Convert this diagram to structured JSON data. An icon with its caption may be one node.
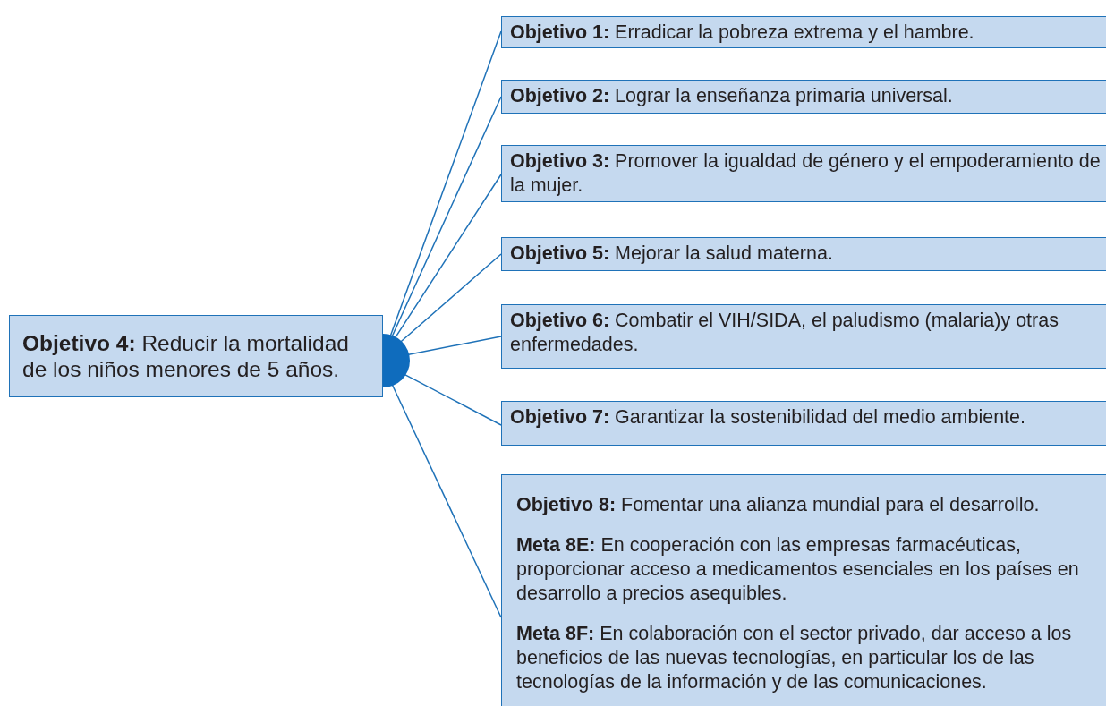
{
  "diagram": {
    "nodes": [
      {
        "text": [
          "**Objetivo 4:** Reducir la mortalidad de los niños menores de 5 años."
        ]
      },
      {
        "text": [
          "**Objetivo 1:** Erradicar la pobreza extrema y el hambre."
        ]
      },
      {
        "text": [
          "**Objetivo 2:** Lograr la enseñanza primaria universal."
        ]
      },
      {
        "text": [
          "**Objetivo 3:** Promover la igualdad de género y el empoderamiento de la mujer."
        ]
      },
      {
        "text": [
          "**Objetivo 5:** Mejorar la salud materna."
        ]
      },
      {
        "text": [
          "**Objetivo 6:** Combatir el VIH/SIDA, el paludismo (malaria)y otras enfermedades."
        ]
      },
      {
        "text": [
          "**Objetivo 7:** Garantizar la sostenibilidad del medio ambiente."
        ]
      },
      {
        "text": [
          "**Objetivo 8:** Fomentar una alianza mundial para el desarrollo.",
          "**Meta 8E:** En cooperación con las empresas farmacéuticas, proporcionar acceso a medicamentos esenciales en los países en desarrollo a precios asequibles.",
          "**Meta 8F:** En colaboración con el sector privado, dar acceso a los beneficios de las nuevas tecnologías, en particular los de las tecnologías de la información y de las comunicaciones."
        ]
      }
    ],
    "edges": [
      {
        "from": 0,
        "to": 1,
        "arrow": "none"
      },
      {
        "from": 0,
        "to": 2,
        "arrow": "none"
      },
      {
        "from": 0,
        "to": 3,
        "arrow": "none"
      },
      {
        "from": 0,
        "to": 4,
        "arrow": "none"
      },
      {
        "from": 0,
        "to": 5,
        "arrow": "none"
      },
      {
        "from": 0,
        "to": 6,
        "arrow": "none"
      },
      {
        "from": 0,
        "to": 7,
        "arrow": "none"
      }
    ]
  }
}
